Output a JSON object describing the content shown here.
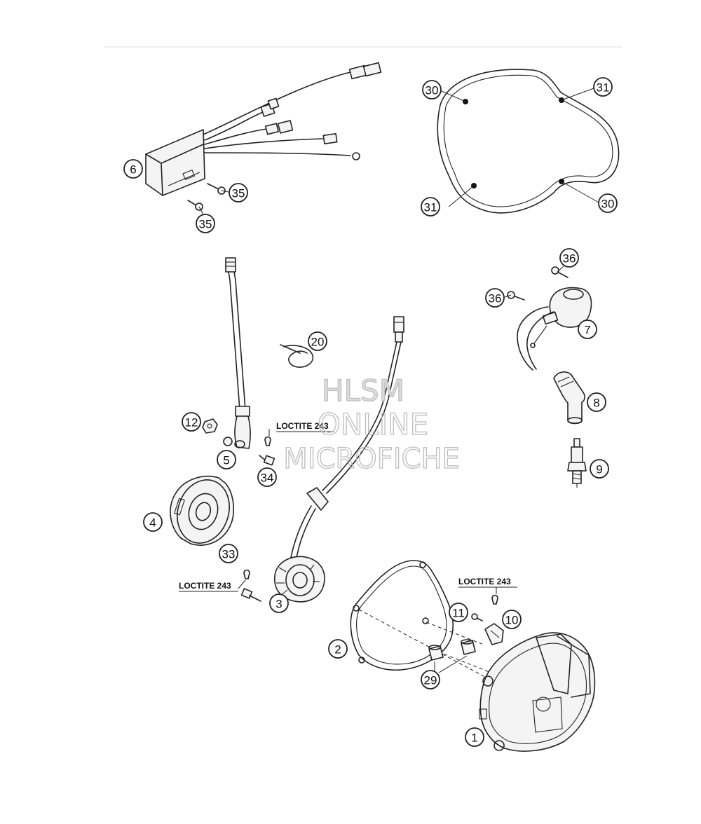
{
  "watermark": {
    "line1": "HLSM",
    "line2": "ONLINE",
    "line3": "MICROFICHE"
  },
  "notes": {
    "loctite_a": "LOCTITE 243",
    "loctite_b": "LOCTITE 243",
    "loctite_c": "LOCTITE 243"
  },
  "callouts": [
    {
      "id": "c1",
      "label": "1"
    },
    {
      "id": "c2",
      "label": "2"
    },
    {
      "id": "c3",
      "label": "3"
    },
    {
      "id": "c4",
      "label": "4"
    },
    {
      "id": "c5",
      "label": "5"
    },
    {
      "id": "c6",
      "label": "6"
    },
    {
      "id": "c7",
      "label": "7"
    },
    {
      "id": "c8",
      "label": "8"
    },
    {
      "id": "c9",
      "label": "9"
    },
    {
      "id": "c10",
      "label": "10"
    },
    {
      "id": "c11",
      "label": "11"
    },
    {
      "id": "c12",
      "label": "12"
    },
    {
      "id": "c20",
      "label": "20"
    },
    {
      "id": "c29",
      "label": "29"
    },
    {
      "id": "c30a",
      "label": "30"
    },
    {
      "id": "c30b",
      "label": "30"
    },
    {
      "id": "c31a",
      "label": "31"
    },
    {
      "id": "c31b",
      "label": "31"
    },
    {
      "id": "c33",
      "label": "33"
    },
    {
      "id": "c34",
      "label": "34"
    },
    {
      "id": "c35a",
      "label": "35"
    },
    {
      "id": "c35b",
      "label": "35"
    },
    {
      "id": "c36a",
      "label": "36"
    },
    {
      "id": "c36b",
      "label": "36"
    }
  ]
}
